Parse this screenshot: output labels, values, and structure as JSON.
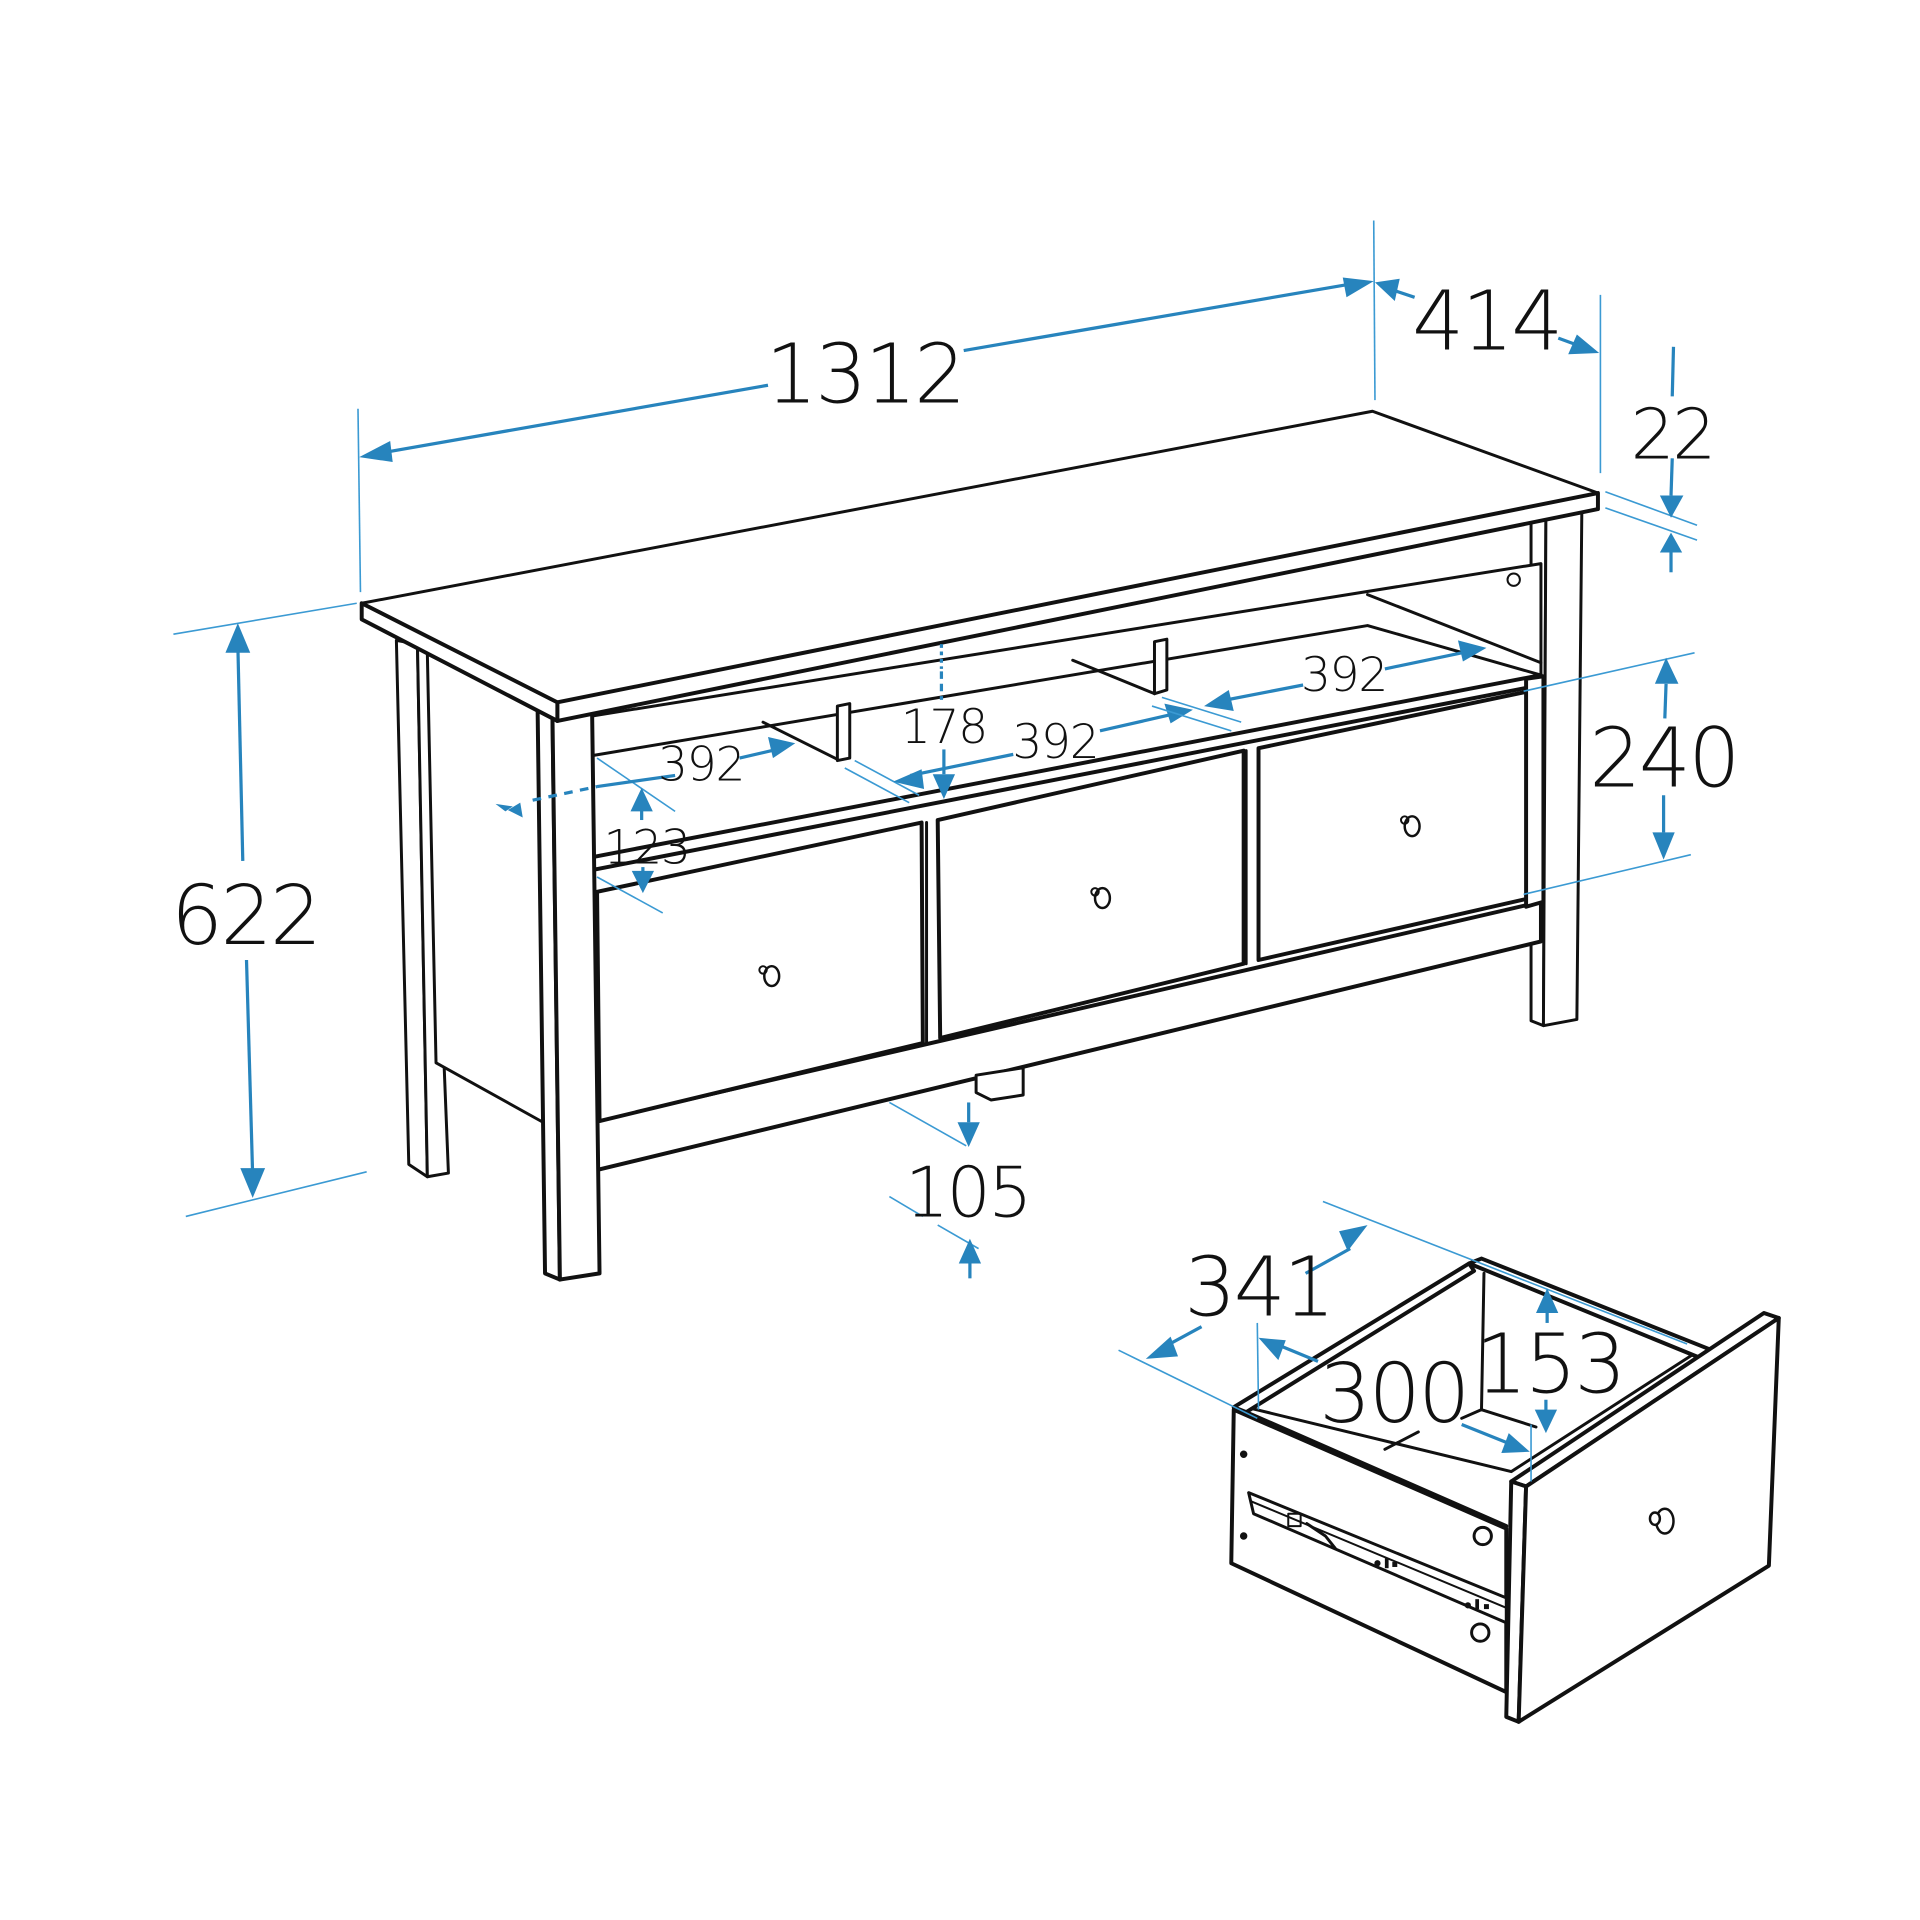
{
  "diagram": {
    "subject": "TV bench with three drawers and open shelf, plus detail of single drawer",
    "units": "mm",
    "colors": {
      "outline": "#111111",
      "dimension": "#2784bd",
      "background": "#ffffff"
    },
    "dimensions": {
      "overall_width": "1312",
      "overall_depth": "414",
      "top_thickness": "22",
      "overall_height": "622",
      "shelf_height": "178",
      "drawer_front_height": "240",
      "lower_gap": "123",
      "floor_clearance": "105",
      "shelf_compartment_left": "392",
      "shelf_compartment_middle": "392",
      "shelf_compartment_right": "392"
    },
    "drawer_detail": {
      "outer_depth": "341",
      "inner_width": "300",
      "inner_height": "153"
    }
  }
}
